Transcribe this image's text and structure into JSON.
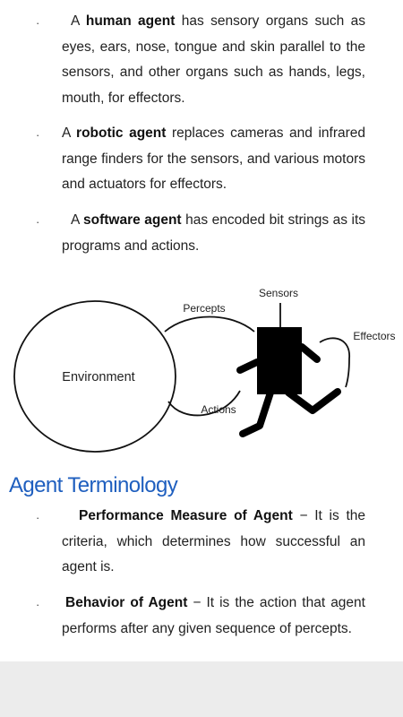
{
  "bullets": [
    {
      "symbol": "·",
      "term": "human agent",
      "pre": "A ",
      "post": " has sensory organs such as eyes, ears, nose, tongue and skin parallel to the sensors, and other organs such as hands, legs, mouth, for effectors."
    },
    {
      "symbol": "·",
      "term": "robotic agent",
      "pre": "A ",
      "post": " replaces cameras and infrared range finders for the sensors, and various motors and actuators for effectors."
    },
    {
      "symbol": "·",
      "term": "software agent",
      "pre": "A ",
      "post": " has encoded bit strings as its programs and actions."
    }
  ],
  "diagram": {
    "environment": "Environment",
    "percepts": "Percepts",
    "actions": "Actions",
    "sensors": "Sensors",
    "effectors": "Effectors"
  },
  "section_title": "Agent Terminology",
  "terminology": [
    {
      "symbol": "·",
      "term": "Performance Measure of Agent",
      "post": " − It is the criteria, which determines how successful an agent is."
    },
    {
      "symbol": "·",
      "term": "Behavior of Agent",
      "post": " − It is the action that agent performs after any given sequence of percepts."
    }
  ]
}
